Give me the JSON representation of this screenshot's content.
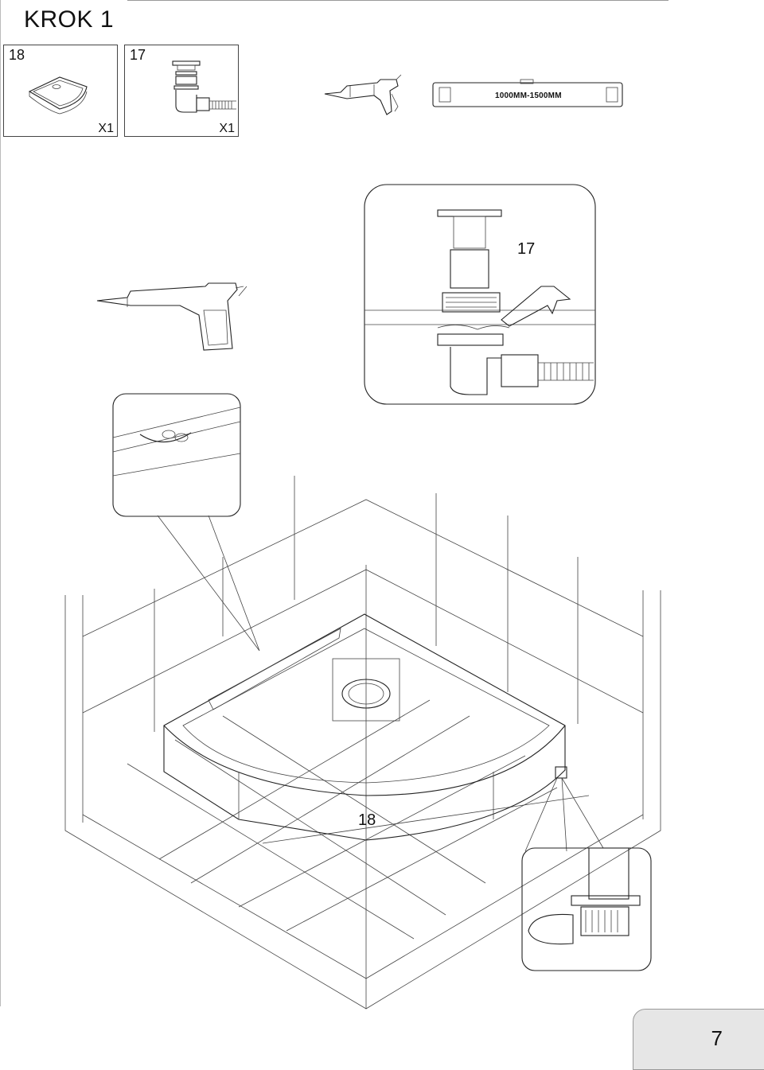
{
  "header": {
    "title": "KROK 1"
  },
  "parts": [
    {
      "number": "18",
      "quantity": "X1",
      "icon": "shower-tray-icon"
    },
    {
      "number": "17",
      "quantity": "X1",
      "icon": "drain-siphon-icon"
    }
  ],
  "tools": [
    {
      "icon": "silicone-gun-icon"
    },
    {
      "icon": "spirit-level-icon",
      "label": "1000MM-1500MM"
    }
  ],
  "callouts": {
    "drain_detail_label": "17",
    "tray_label": "18"
  },
  "footer": {
    "page_number": "7"
  }
}
